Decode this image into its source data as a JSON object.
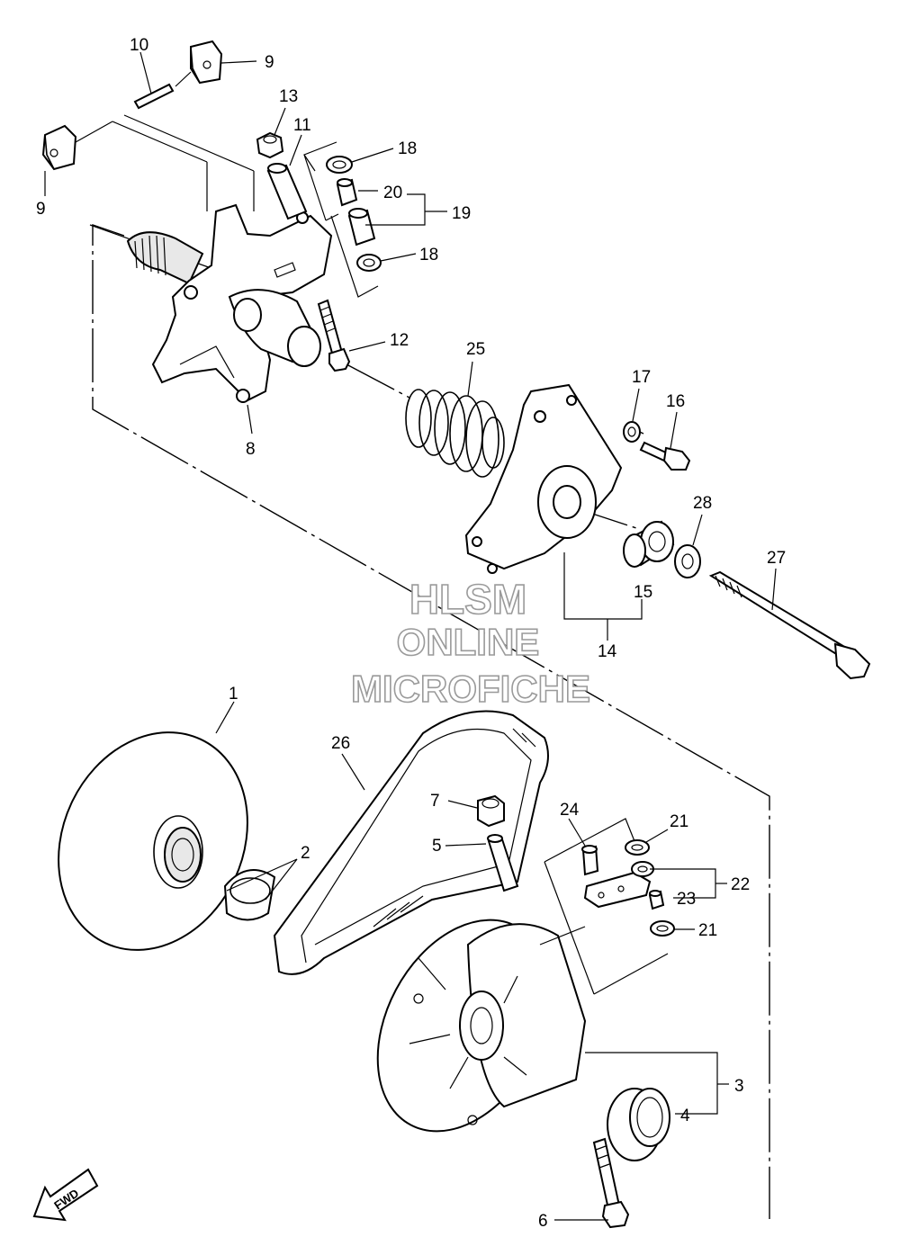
{
  "watermark": {
    "line1": "HLSM",
    "line2": "ONLINE",
    "line3": "MICROFICHE"
  },
  "direction_label": "FWD",
  "callouts": {
    "c1": "1",
    "c2": "2",
    "c3": "3",
    "c4": "4",
    "c5": "5",
    "c6": "6",
    "c7": "7",
    "c8": "8",
    "c9a": "9",
    "c9b": "9",
    "c10": "10",
    "c11": "11",
    "c12": "12",
    "c13": "13",
    "c14": "14",
    "c15": "15",
    "c16": "16",
    "c17": "17",
    "c18a": "18",
    "c18b": "18",
    "c19": "19",
    "c20": "20",
    "c21a": "21",
    "c21b": "21",
    "c22": "22",
    "c23": "23",
    "c24": "24",
    "c25": "25",
    "c26": "26",
    "c27": "27",
    "c28": "28"
  }
}
